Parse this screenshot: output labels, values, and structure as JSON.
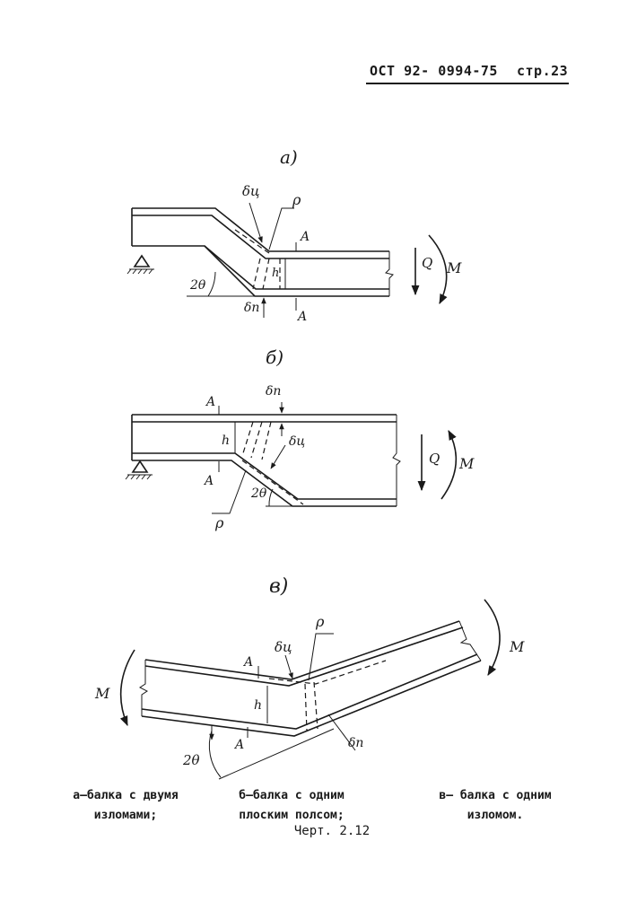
{
  "header": {
    "standard": "ОСТ 92- 0994-75",
    "page": "стр.23"
  },
  "figures": {
    "a": {
      "label": "а)",
      "symbols": {
        "delta_c": "δц",
        "rho": "ρ",
        "section": "A",
        "h": "h",
        "angle": "2θ",
        "delta_p": "δп",
        "force": "Q",
        "moment": "M"
      }
    },
    "b": {
      "label": "б)",
      "symbols": {
        "delta_c": "δц",
        "rho": "ρ",
        "section": "A",
        "h": "h",
        "angle": "2θ",
        "delta_p": "δп",
        "force": "Q",
        "moment": "M"
      }
    },
    "c": {
      "label": "в)",
      "symbols": {
        "delta_c": "δц",
        "rho": "ρ",
        "section": "A",
        "h": "h",
        "angle": "2θ",
        "delta_p": "δп",
        "moment": "M"
      }
    }
  },
  "captions": {
    "a": [
      "а–балка с двумя",
      "изломами;"
    ],
    "b": [
      "б–балка с одним",
      "плоским полсом;"
    ],
    "c": [
      "в– балка с одним",
      "изломом."
    ]
  },
  "figure_caption": "Черт. 2.12"
}
